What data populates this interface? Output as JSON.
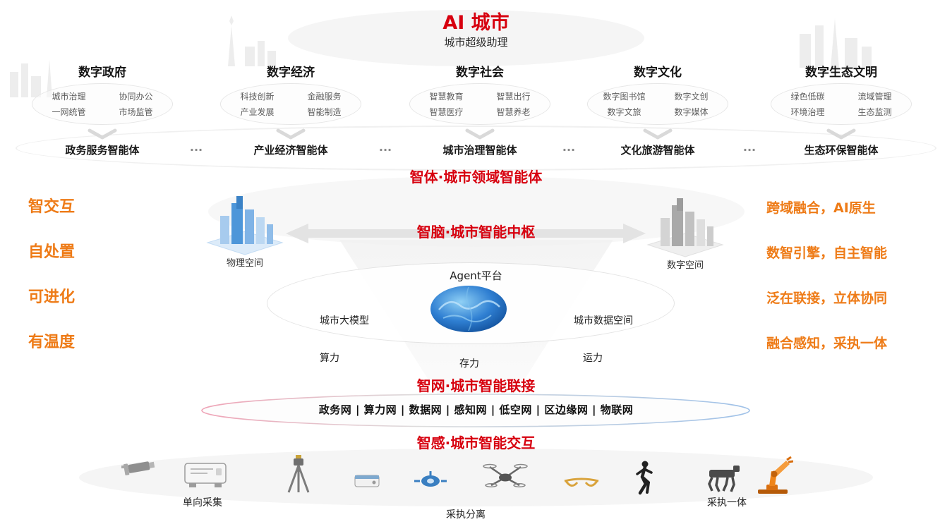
{
  "title": "AI 城市",
  "subtitle": "城市超级助理",
  "ellipsis": "...",
  "domains": [
    {
      "name": "数字政府",
      "items": [
        "城市治理",
        "协同办公",
        "一网统管",
        "市场监管"
      ],
      "agent": "政务服务智能体"
    },
    {
      "name": "数字经济",
      "items": [
        "科技创新",
        "金融服务",
        "产业发展",
        "智能制造"
      ],
      "agent": "产业经济智能体"
    },
    {
      "name": "数字社会",
      "items": [
        "智慧教育",
        "智慧出行",
        "智慧医疗",
        "智慧养老"
      ],
      "agent": "城市治理智能体"
    },
    {
      "name": "数字文化",
      "items": [
        "数字图书馆",
        "数字文创",
        "数字文旅",
        "数字媒体"
      ],
      "agent": "文化旅游智能体"
    },
    {
      "name": "数字生态文明",
      "items": [
        "绿色低碳",
        "流域管理",
        "环境治理",
        "生态监测"
      ],
      "agent": "生态环保智能体"
    }
  ],
  "layer_titles": {
    "agents": "智体·城市领域智能体",
    "brain": "智脑·城市智能中枢",
    "network": "智网·城市智能联接",
    "sense": "智感·城市智能交互"
  },
  "left_features": [
    "智交互",
    "自处置",
    "可进化",
    "有温度"
  ],
  "right_features": [
    "跨域融合，AI原生",
    "数智引擎，自主智能",
    "泛在联接，立体协同",
    "融合感知，采执一体"
  ],
  "spaces": {
    "physical": "物理空间",
    "digital": "数字空间"
  },
  "platform": {
    "agent": "Agent平台",
    "model": "城市大模型",
    "dataspace": "城市数据空间"
  },
  "powers": [
    "算力",
    "存力",
    "运力"
  ],
  "networks": "政务网 | 算力网 | 数据网 | 感知网 | 低空网 | 区边缘网 | 物联网",
  "bottom_labels": [
    "单向采集",
    "采执分离",
    "采执一体"
  ],
  "icons": {
    "center": [
      "physical-space-city-icon",
      "digital-space-city-icon",
      "brain-icon",
      "chevron-down-icon",
      "bidirectional-arrow-icon"
    ],
    "devices": [
      "camera-icon",
      "collector-box-icon",
      "surveying-instrument-icon",
      "sensor-icon",
      "gimbal-icon",
      "drone-icon",
      "smart-glasses-icon",
      "humanoid-robot-icon",
      "robot-dog-icon",
      "robotic-arm-icon"
    ]
  },
  "colors": {
    "layer_title_red": "#d7000f",
    "feature_orange": "#ee7b17",
    "physical_blue": "#4d96d9",
    "brain_blue": "#2f7fd2",
    "digital_gray": "#bfbfbf"
  }
}
